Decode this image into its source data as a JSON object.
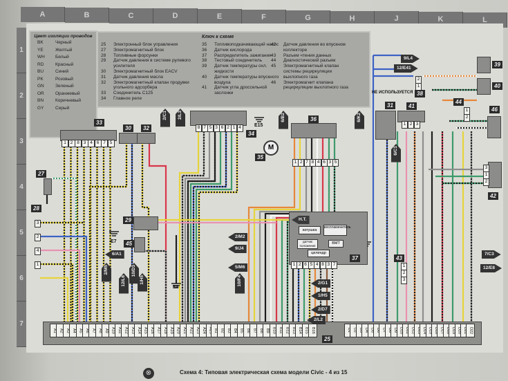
{
  "grid": {
    "columns": [
      "A",
      "B",
      "C",
      "D",
      "E",
      "F",
      "G",
      "H",
      "J",
      "K",
      "L"
    ],
    "rows": [
      "1",
      "2",
      "3",
      "4",
      "5",
      "6",
      "7"
    ]
  },
  "legend": {
    "title": "Цвет изоляции проводов",
    "items": [
      {
        "code": "BK",
        "name": "Черный",
        "color": "#1e1e1e"
      },
      {
        "code": "YE",
        "name": "Желтый",
        "color": "#e6d43a"
      },
      {
        "code": "WH",
        "name": "Белый",
        "color": "#f7f7f7"
      },
      {
        "code": "RD",
        "name": "Красный",
        "color": "#d8364a"
      },
      {
        "code": "BU",
        "name": "Синий",
        "color": "#3b62c4"
      },
      {
        "code": "PK",
        "name": "Розовый",
        "color": "#e792b0"
      },
      {
        "code": "GN",
        "name": "Зеленый",
        "color": "#3c9a6a"
      },
      {
        "code": "OR",
        "name": "Оранжевый",
        "color": "#e6873a"
      },
      {
        "code": "BN",
        "name": "Коричневый",
        "color": "#8a5a3a"
      },
      {
        "code": "GY",
        "name": "Серый",
        "color": "#8e8e8e"
      }
    ]
  },
  "key": {
    "title": "Ключ к схеме",
    "columns": [
      [
        {
          "num": "25",
          "text": "Электронный блок управления"
        },
        {
          "num": "27",
          "text": "Электромагнитный блок"
        },
        {
          "num": "28",
          "text": "Топливные форсунки"
        },
        {
          "num": "29",
          "text": "Датчик давления в системе рулевого усилителя"
        },
        {
          "num": "30",
          "text": "Электромагнитный блок EACV"
        },
        {
          "num": "31",
          "text": "Датчик давления масла"
        },
        {
          "num": "32",
          "text": "Электромагнитный клапан продувки угольного адсорбера"
        },
        {
          "num": "33",
          "text": "Соединитель C125"
        },
        {
          "num": "34",
          "text": "Главное реле"
        }
      ],
      [
        {
          "num": "35",
          "text": "Топливоподкачивающий насос"
        },
        {
          "num": "36",
          "text": "Датчик кислорода"
        },
        {
          "num": "37",
          "text": "Распределитель зажигания"
        },
        {
          "num": "38",
          "text": "Тестовый соединитель"
        },
        {
          "num": "39",
          "text": "Датчик температуры охл. жидкости"
        },
        {
          "num": "40",
          "text": "Датчик температуры впускного воздуха"
        },
        {
          "num": "41",
          "text": "Датчик угла дроссельной заслонки"
        }
      ],
      [
        {
          "num": "42",
          "text": "Датчик давления во впускном коллекторе"
        },
        {
          "num": "43",
          "text": "Разъем чтения данных"
        },
        {
          "num": "44",
          "text": "Диагностический разъем"
        },
        {
          "num": "45",
          "text": "Электромагнитный клапан системы рециркуляции выхлопного газа"
        },
        {
          "num": "46",
          "text": "Электромагнит клапана рециркуляции выхлопного газа"
        }
      ]
    ]
  },
  "components": {
    "c33": {
      "label": "33",
      "pins": [
        "1",
        "2",
        "8",
        "3",
        "4",
        "6",
        "7",
        "5"
      ]
    },
    "c30": {
      "label": "30"
    },
    "c32": {
      "label": "32"
    },
    "c34": {
      "label": "34",
      "pins": [
        "8",
        "7",
        "5",
        "3",
        "6",
        "2",
        "1",
        "4"
      ]
    },
    "c35": {
      "label": "35",
      "symbol": "M"
    },
    "c36": {
      "label": "36",
      "pins": [
        "1",
        "2",
        "7",
        "8",
        "4",
        "6",
        "3",
        "5"
      ]
    },
    "c31": {
      "label": "31"
    },
    "c41": {
      "label": "41",
      "pins": [
        "1",
        "2",
        "3"
      ]
    },
    "c38": {
      "label": "38",
      "pins": [
        "2",
        "1"
      ],
      "note": "НЕ ИСПОЛЬЗУЕТСЯ"
    },
    "c39": {
      "label": "39"
    },
    "c40": {
      "label": "40"
    },
    "c44": {
      "label": "44",
      "pins": [
        "1",
        "2"
      ]
    },
    "c46": {
      "label": "46"
    },
    "c42": {
      "label": "42",
      "pins": [
        "3",
        "1",
        "2"
      ]
    },
    "c27": {
      "label": "27"
    },
    "c28": {
      "label": "28",
      "pins": [
        "3",
        "2",
        "4",
        "1"
      ]
    },
    "c29": {
      "label": "29"
    },
    "c45": {
      "label": "45"
    },
    "c43": {
      "label": "43",
      "pins": [
        "1",
        "2",
        "3"
      ]
    },
    "c37": {
      "label": "37",
      "pins": [
        "1",
        "2",
        "6",
        "5",
        "4",
        "8",
        "3",
        "7"
      ],
      "sub_pins": [
        "2",
        "1"
      ],
      "inner": {
        "ht": "Н.Т.",
        "coil": "катушка",
        "igniter": "воспламенитель",
        "sensor": "датчик положения",
        "cylinder": "цилиндр",
        "tdc": "ВМТ"
      }
    },
    "c25": {
      "label": "25",
      "pins_a": [
        "A1",
        "A2",
        "A3",
        "A4",
        "A5",
        "A6",
        "A7",
        "A8",
        "A9",
        "A10",
        "A11",
        "A12",
        "A13",
        "A14",
        "A15",
        "A16",
        "A17",
        "A18",
        "A19",
        "A20",
        "A21",
        "A22",
        "A23",
        "A24",
        "A25",
        "A26"
      ],
      "pins_b": [
        "B1",
        "B2",
        "B3",
        "B4",
        "B5",
        "B6",
        "B7",
        "B8",
        "B9",
        "B10",
        "B11",
        "B12",
        "B13",
        "B14",
        "B15",
        "B16"
      ],
      "pins_d": [
        "D1",
        "D2",
        "D3",
        "D4",
        "D5",
        "D6",
        "D7",
        "D8",
        "D9",
        "D10",
        "D11",
        "D12",
        "D13",
        "D14",
        "D15",
        "D16",
        "D17",
        "D18",
        "D19",
        "D20",
        "D21",
        "D22"
      ]
    }
  },
  "grounds": [
    "E15",
    "E7",
    "E8"
  ],
  "connectors": {
    "up": [
      "2/C1",
      "2/L3",
      "6/B2",
      "6/K2",
      "6/C1",
      "2/M5",
      "12/L6",
      "10/D3",
      "1/H5",
      "10/F4"
    ],
    "left": [
      "6/A1",
      "2/M2",
      "9/J4",
      "5/M6",
      "2/G1",
      "1/H5",
      "2/D7",
      "2/L2"
    ],
    "right": [
      "9/L4",
      "12/E41",
      "7/C3",
      "12/E8"
    ]
  },
  "caption": "Схема 4: Типовая электрическая схема модели Civic - 4 из 15",
  "logo_symbol": "⊗"
}
